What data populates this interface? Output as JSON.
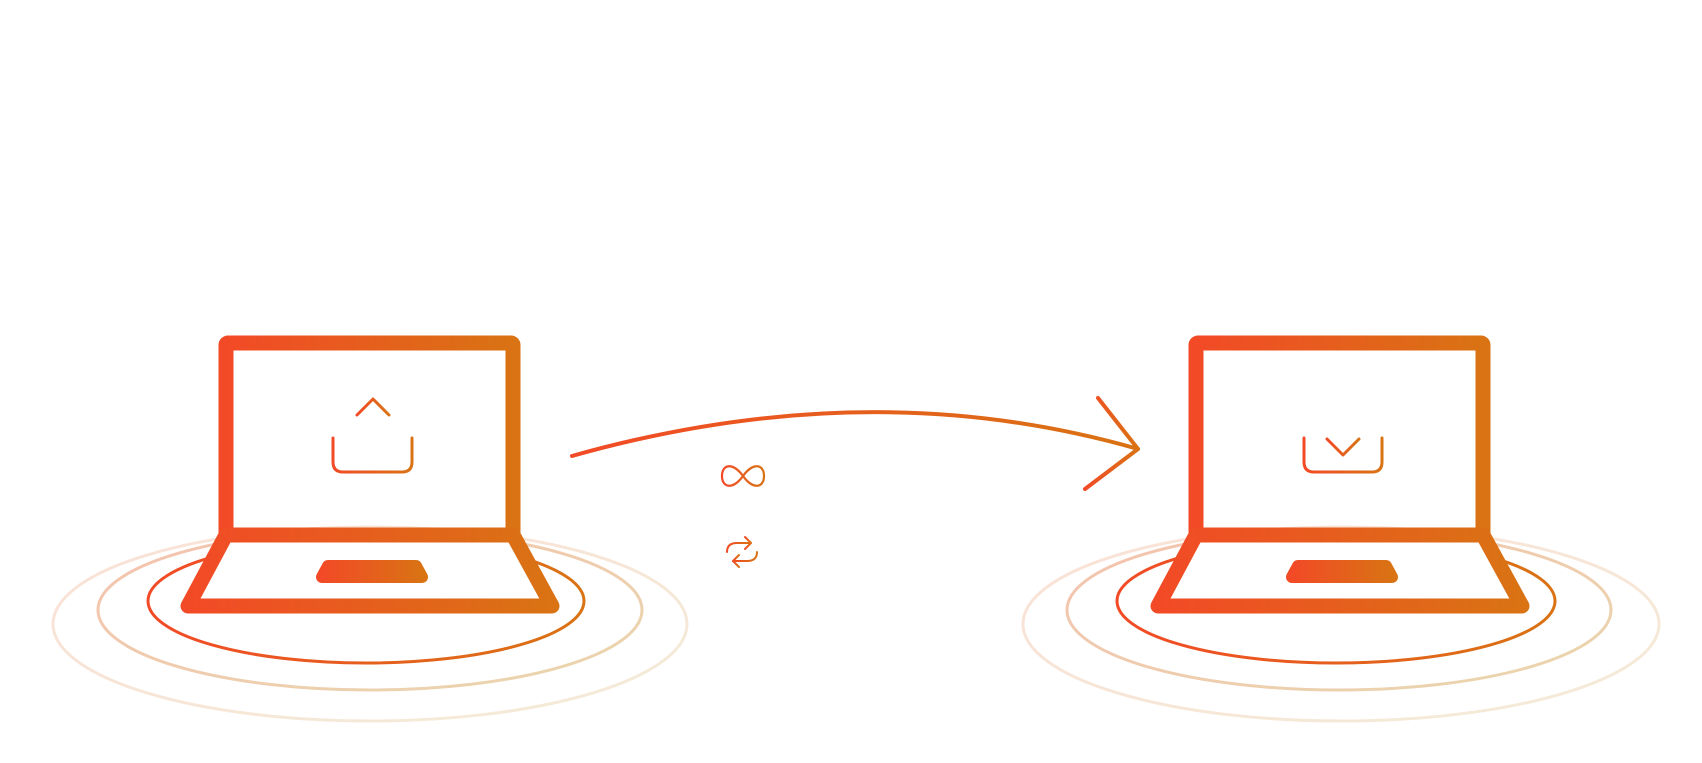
{
  "diagram": {
    "nodes": [
      {
        "id": "sender",
        "role": "upload",
        "icon": "upload-icon"
      },
      {
        "id": "receiver",
        "role": "download",
        "icon": "download-icon"
      }
    ],
    "edges": [
      {
        "from": "sender",
        "to": "receiver",
        "icon": "arrow-right-icon"
      }
    ],
    "transfer_icons": [
      "infinity-icon",
      "sync-arrows-icon"
    ]
  },
  "colors": {
    "gradient_start": "#F24A26",
    "gradient_end": "#D97314",
    "ring_outer_start": "#F7C9B5",
    "ring_outer_end": "#EEDFC0"
  }
}
